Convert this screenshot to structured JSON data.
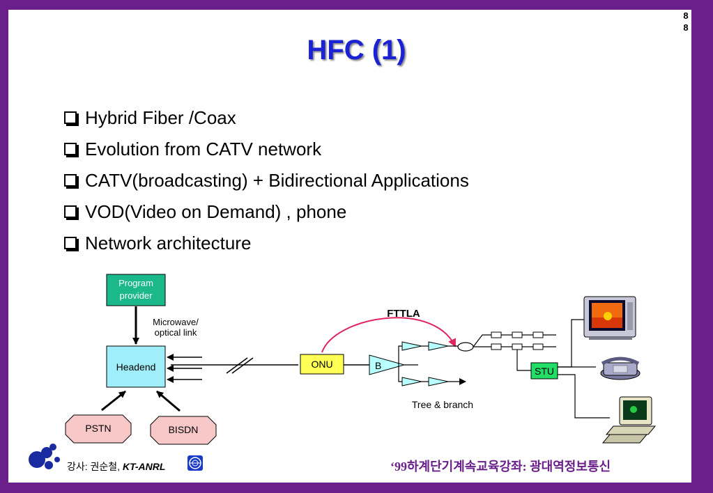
{
  "slide": {
    "page_number": "88",
    "title": "HFC (1)",
    "bullets": [
      "Hybrid Fiber /Coax",
      "Evolution from CATV network",
      "CATV(broadcasting) + Bidirectional Applications",
      "VOD(Video on Demand) , phone",
      "Network architecture"
    ]
  },
  "diagram": {
    "program_provider": [
      "Program",
      "provider"
    ],
    "link_label": [
      "Microwave/",
      "optical link"
    ],
    "headend": "Headend",
    "pstn": "PSTN",
    "bisdn": "BISDN",
    "onu": "ONU",
    "amplifier": "B",
    "fttla": "FTTLA",
    "tree_branch": "Tree & branch",
    "stu": "STU"
  },
  "footer": {
    "lecturer": "강사: 권순철, ",
    "org": "KT-ANRL",
    "course": "‘99하계단기계속교육강좌: 광대역정보통신"
  },
  "colors": {
    "frame": "#6a1f8a",
    "title": "#1a22d4",
    "program_provider": "#1bb88a",
    "headend": "#9feefa",
    "onu": "#ffff55",
    "stu": "#22dd66",
    "pstn_bisdn": "#f8c8c8",
    "fttla_arrow": "#e0245e",
    "amplifier": "#b8ffff"
  }
}
